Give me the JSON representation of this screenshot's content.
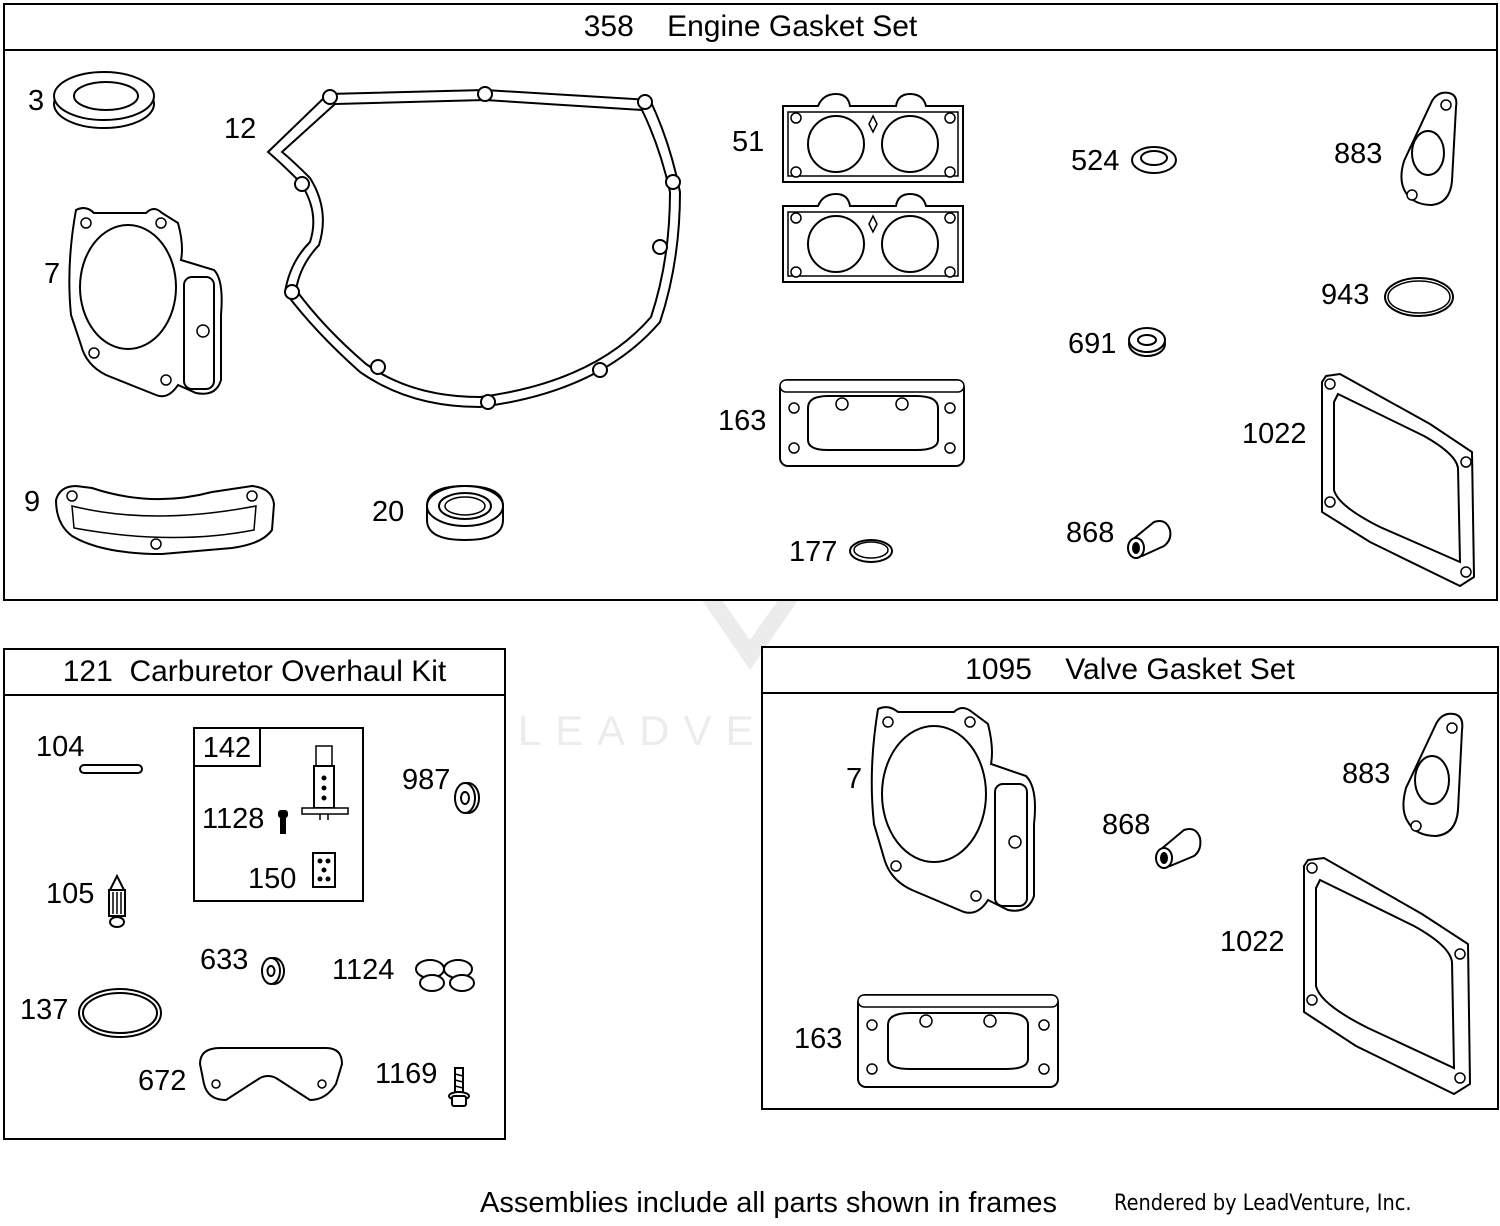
{
  "frames": {
    "engine": {
      "title": "358    Engine Gasket Set"
    },
    "carb": {
      "title": "121  Carburetor Overhaul Kit",
      "subframe_label": "142"
    },
    "valve": {
      "title": "1095    Valve Gasket Set"
    }
  },
  "engine_parts": {
    "p3": "3",
    "p12": "12",
    "p51": "51",
    "p524": "524",
    "p883": "883",
    "p7": "7",
    "p943": "943",
    "p691": "691",
    "p163": "163",
    "p1022": "1022",
    "p9": "9",
    "p20": "20",
    "p177": "177",
    "p868": "868"
  },
  "carb_parts": {
    "p104": "104",
    "p1128": "1128",
    "p150": "150",
    "p987": "987",
    "p105": "105",
    "p633": "633",
    "p1124": "1124",
    "p137": "137",
    "p672": "672",
    "p1169": "1169"
  },
  "valve_parts": {
    "p7": "7",
    "p868": "868",
    "p883": "883",
    "p1022": "1022",
    "p163": "163"
  },
  "footer": {
    "note": "Assemblies include all parts shown in frames",
    "credit": "Rendered by LeadVenture, Inc."
  },
  "watermark": {
    "text": "LEADVENTURE"
  }
}
